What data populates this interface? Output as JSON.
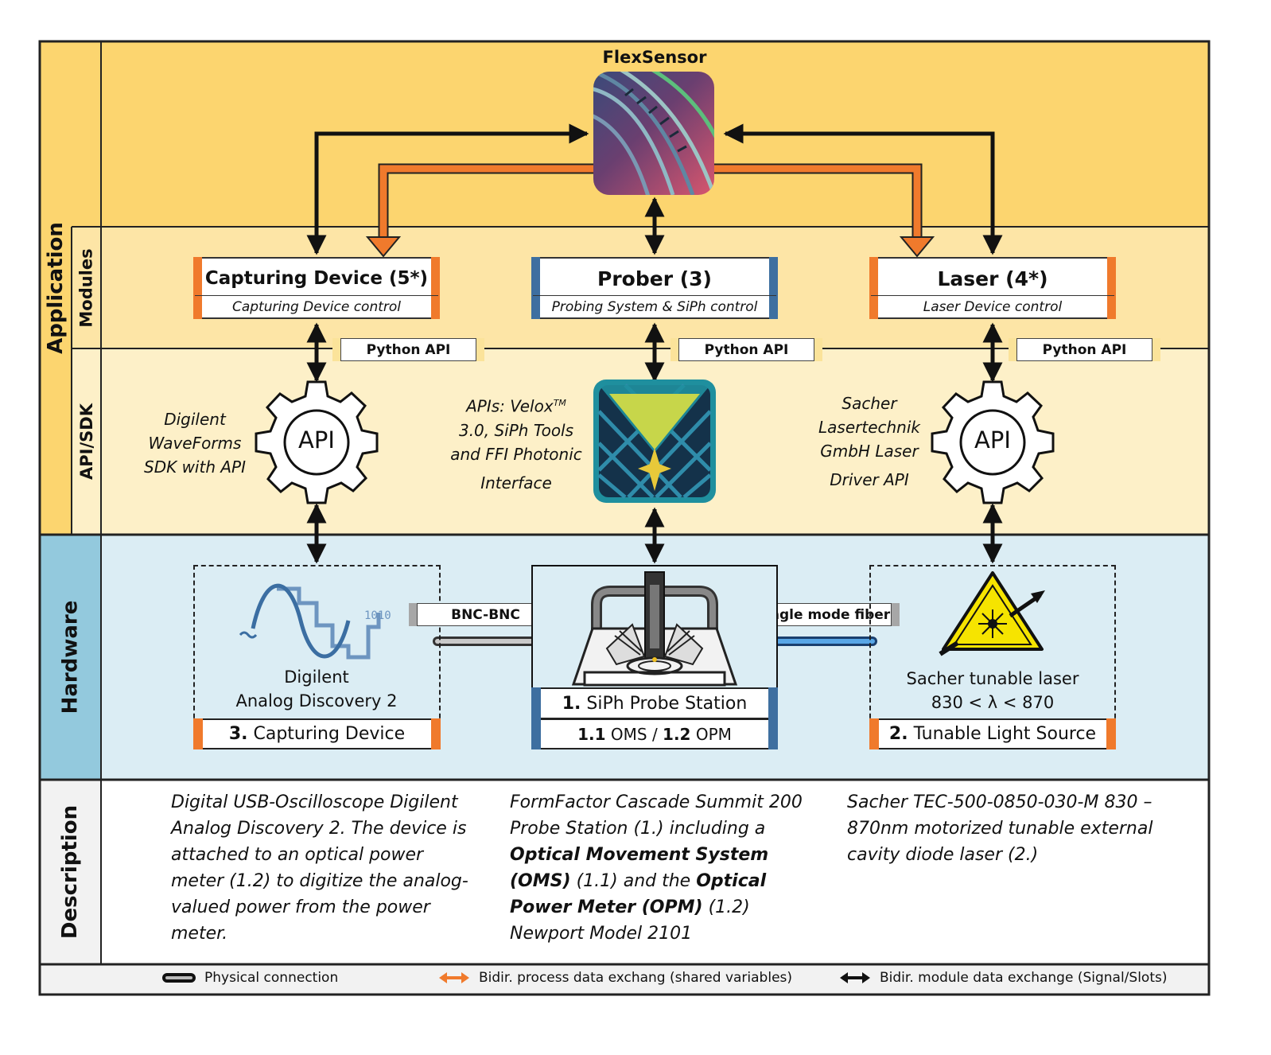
{
  "layers": {
    "application": "Application",
    "modules": "Modules",
    "api_sdk": "API/SDK",
    "hardware": "Hardware",
    "description": "Description"
  },
  "app": {
    "name": "FlexSensor"
  },
  "modules": [
    {
      "title": "Capturing Device (5*)",
      "subtitle": "Capturing Device control"
    },
    {
      "title": "Prober (3)",
      "subtitle": "Probing System & SiPh control"
    },
    {
      "title": "Laser (4*)",
      "subtitle": "Laser Device control"
    }
  ],
  "python_api": "Python API",
  "api_gear_label": "API",
  "api_text": {
    "left": [
      "Digilent",
      "WaveForms",
      "SDK with API"
    ],
    "center": [
      "APIs: Velox",
      "TM",
      "3.0, SiPh Tools",
      "and FFI Photonic",
      "Interface"
    ],
    "right": [
      "Sacher",
      "Lasertechnik",
      "GmbH Laser",
      "Driver API"
    ]
  },
  "hardware": {
    "left": {
      "name": [
        "Digilent",
        "Analog Discovery 2"
      ],
      "bar_num": "3.",
      "bar_text": "Capturing Device",
      "bits": "1010"
    },
    "center": {
      "bar1_num": "1.",
      "bar1_text": "SiPh Probe Station",
      "bar2_a": "1.1",
      "bar2_b": "OMS /",
      "bar2_c": "1.2",
      "bar2_d": "OPM"
    },
    "right": {
      "name": "Sacher tunable laser",
      "range": "830 < λ < 870",
      "bar_num": "2.",
      "bar_text": "Tunable Light Source"
    },
    "conn_left": "BNC-BNC",
    "conn_right": "Single mode fiber"
  },
  "descriptions": {
    "left": "Digital USB-Oscilloscope Digilent Analog Discovery 2. The device is attached to an optical power meter (1.2) to digitize the analog-valued power from the power meter.",
    "center": {
      "p1": "FormFactor Cascade Summit 200 Probe Station (1.) including a",
      "b1": "Optical Movement System (OMS)",
      "p2": "(1.1)  and the",
      "b2": "Optical Power Meter (OPM)",
      "p3": "(1.2)",
      "p4": "Newport Model 2101"
    },
    "right": "Sacher TEC-500-0850-030-M 830 – 870nm motorized tunable external cavity diode laser (2.)"
  },
  "legend": {
    "physical": "Physical connection",
    "process": "Bidir. process data exchang (shared variables)",
    "module": "Bidir. module data exchange (Signal/Slots)"
  },
  "colors": {
    "app_yellow": "#fcd56f",
    "light_yellow": "#fdf0c8",
    "hardware_blue": "#dbedf4",
    "hardware_side": "#93c9dd",
    "orange": "#f07a2c",
    "blue_edge": "#3e6fa0",
    "tag_yellow": "#fbe39a",
    "tag_gray": "#a7a7a7",
    "fiber_blue": "#2f79c9"
  }
}
